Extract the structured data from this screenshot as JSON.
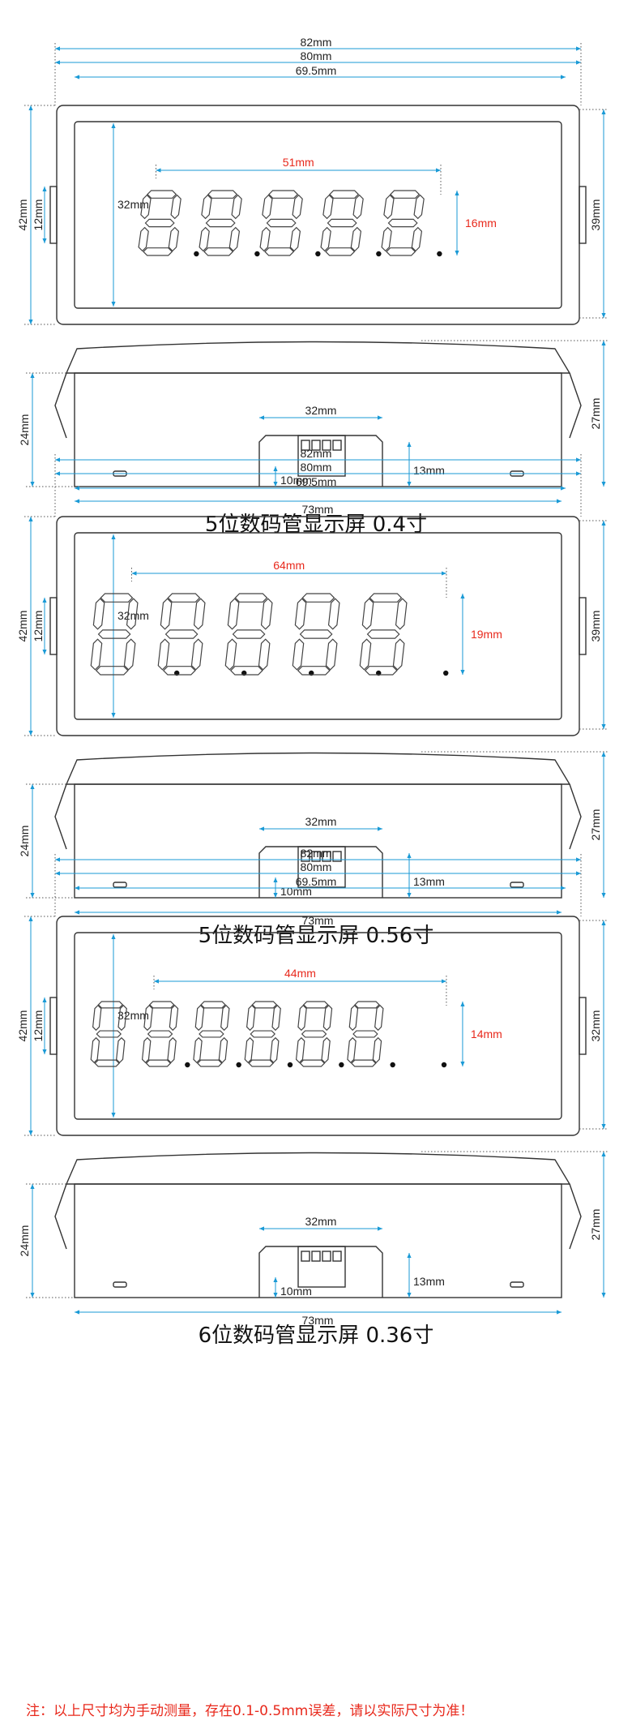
{
  "panels": [
    {
      "digits": 5,
      "caption": "5位数码管显示屏 0.4寸",
      "front": {
        "outer_width": "82mm",
        "bezel_width": "80mm",
        "window_width": "69.5mm",
        "display_width": "51mm",
        "digit_height": "16mm",
        "window_height": "32mm",
        "outer_height": "42mm",
        "clip_height": "12mm",
        "right_height": "39mm"
      },
      "side": {
        "connector_width": "32mm",
        "body_height": "24mm",
        "total_height": "27mm",
        "connector_height": "13mm",
        "connector_offset": "10mm",
        "body_width": "73mm"
      }
    },
    {
      "digits": 5,
      "caption": "5位数码管显示屏 0.56寸",
      "front": {
        "outer_width": "82mm",
        "bezel_width": "80mm",
        "window_width": "69.5mm",
        "display_width": "64mm",
        "digit_height": "19mm",
        "window_height": "32mm",
        "outer_height": "42mm",
        "clip_height": "12mm",
        "right_height": "39mm"
      },
      "side": {
        "connector_width": "32mm",
        "body_height": "24mm",
        "total_height": "27mm",
        "connector_height": "13mm",
        "connector_offset": "10mm",
        "body_width": "73mm"
      }
    },
    {
      "digits": 6,
      "caption": "6位数码管显示屏 0.36寸",
      "front": {
        "outer_width": "82mm",
        "bezel_width": "80mm",
        "window_width": "69.5mm",
        "display_width": "44mm",
        "digit_height": "14mm",
        "window_height": "32mm",
        "outer_height": "42mm",
        "clip_height": "12mm",
        "right_height": "32mm"
      },
      "side": {
        "connector_width": "32mm",
        "body_height": "24mm",
        "total_height": "27mm",
        "connector_height": "13mm",
        "connector_offset": "10mm",
        "body_width": "73mm"
      }
    }
  ],
  "note": "注：以上尺寸均为手动测量，存在0.1-0.5mm误差，请以实际尺寸为准！",
  "colors": {
    "dimension": "#1a9ad6",
    "highlight": "#e8291c",
    "outline": "#333333"
  }
}
